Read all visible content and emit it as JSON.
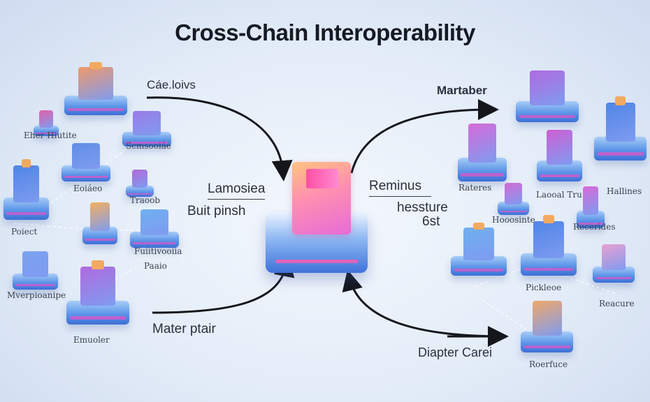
{
  "title": "Cross-Chain Interoperability",
  "left_labels": {
    "top_arrow": "Cáe.loivs",
    "center_heading": "Lamosiea",
    "center_sub": "Buit pinsh",
    "bottom_arrow": "Mater ptair"
  },
  "left_nodes": [
    "Eher Hiutite",
    "Scmsooiáe",
    "Eoiáeo",
    "Traoob",
    "Poiect",
    "Fuiitivooiia",
    "Paaio",
    "Mverpioanipe",
    "Emuoler"
  ],
  "right_labels": {
    "top_arrow": "Martaber",
    "center_heading": "Reminus",
    "center_sub": "hessture",
    "center_sub2": "6st",
    "bottom_arrow": "Diapter Carei"
  },
  "right_nodes": [
    "Rateres",
    "Laooal Tru",
    "Hallines",
    "Hooosinte",
    "Recerides",
    "Pickleoe",
    "Reacure",
    "Roerfuce"
  ],
  "colors": {
    "arrow": "#14161c",
    "block_blue": "#4f86e6",
    "accent_pink": "#e063c8",
    "accent_orange": "#f3a960"
  }
}
